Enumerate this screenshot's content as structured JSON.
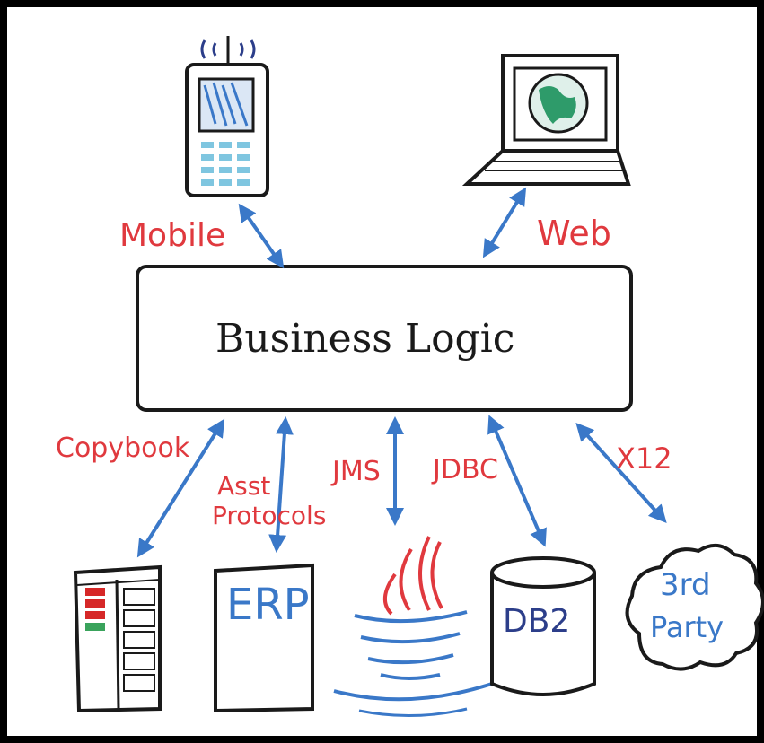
{
  "colors": {
    "stroke": "#1a1a1a",
    "arrow": "#3a78c8",
    "label": "#e0393e",
    "device_blue": "#3a78c8",
    "device_navy": "#2c3e8a",
    "globe_green": "#2e9b6a",
    "java_red": "#e0393e",
    "mainframe_red": "#d62828",
    "mainframe_green": "#3aa35c"
  },
  "clients": {
    "mobile": {
      "icon": "mobile-phone-icon",
      "label": "Mobile"
    },
    "web": {
      "icon": "laptop-globe-icon",
      "label": "Web"
    }
  },
  "core": {
    "label": "Business Logic"
  },
  "connections": [
    {
      "label": "Copybook",
      "target": "mainframe"
    },
    {
      "label": "Asst",
      "label2": "Protocols",
      "target": "erp"
    },
    {
      "label": "JMS",
      "target": "java"
    },
    {
      "label": "JDBC",
      "target": "db2"
    },
    {
      "label": "X12",
      "target": "third-party"
    }
  ],
  "backends": {
    "mainframe": {
      "icon": "mainframe-icon"
    },
    "erp": {
      "icon": "erp-server-icon",
      "label": "ERP"
    },
    "java": {
      "icon": "java-cup-icon"
    },
    "db2": {
      "icon": "database-cylinder-icon",
      "label": "DB2"
    },
    "third_party": {
      "icon": "cloud-icon",
      "label": "3rd",
      "label2": "Party"
    }
  }
}
